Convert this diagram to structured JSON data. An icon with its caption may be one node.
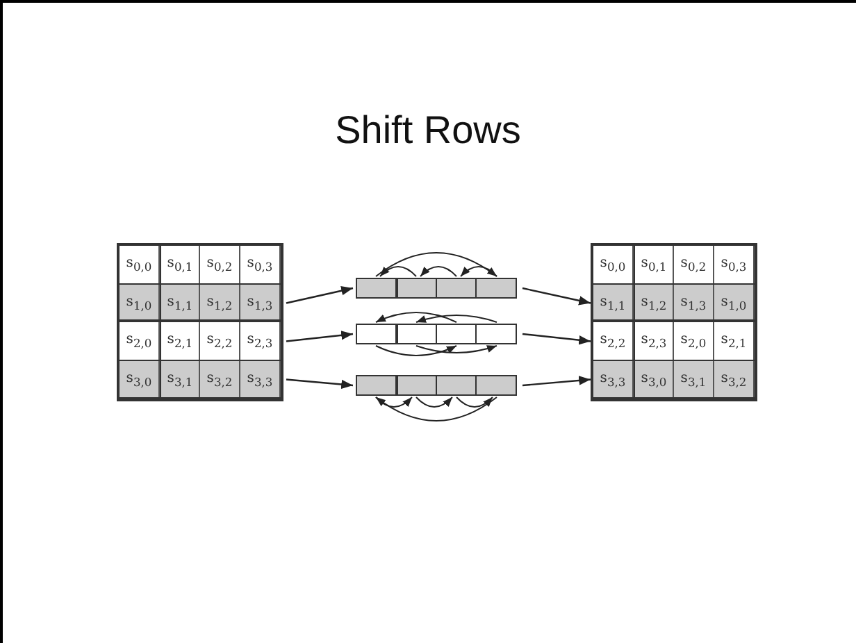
{
  "diagram": {
    "title": "Shift Rows",
    "nodes": [
      {
        "text": [],
        "shape": "box"
      },
      {
        "text": [
          "s$_{0,0}$",
          "s$_{0,1}$",
          "s$_{0,2}$",
          "s$_{0,3}$"
        ],
        "in": 0
      },
      {
        "text": [
          "s$_{1,0}$",
          "s$_{1,1}$",
          "s$_{1,2}$",
          "s$_{1,3}$"
        ],
        "in": 0
      },
      {
        "text": [
          "s$_{2,0}$",
          "s$_{2,1}$",
          "s$_{2,2}$",
          "s$_{2,3}$"
        ],
        "in": 0
      },
      {
        "text": [
          "s$_{3,0}$",
          "s$_{3,1}$",
          "s$_{3,2}$",
          "s$_{3,3}$"
        ],
        "in": 0
      },
      {
        "text": [],
        "shape": "bar"
      },
      {
        "text": [],
        "shape": "bar"
      },
      {
        "text": [],
        "shape": "bar"
      },
      {
        "text": [],
        "shape": "box"
      },
      {
        "text": [
          "s$_{0,0}$",
          "s$_{0,1}$",
          "s$_{0,2}$",
          "s$_{0,3}$"
        ],
        "in": 8
      },
      {
        "text": [
          "s$_{1,1}$",
          "s$_{1,2}$",
          "s$_{1,3}$",
          "s$_{1,0}$"
        ],
        "in": 8
      },
      {
        "text": [
          "s$_{2,2}$",
          "s$_{2,3}$",
          "s$_{2,0}$",
          "s$_{2,1}$"
        ],
        "in": 8
      },
      {
        "text": [
          "s$_{3,3}$",
          "s$_{3,0}$",
          "s$_{3,1}$",
          "s$_{3,2}$"
        ],
        "in": 8
      }
    ],
    "edges": [
      {
        "from": 2,
        "to": 5,
        "arrow": "to"
      },
      {
        "from": 3,
        "to": 6,
        "arrow": "to"
      },
      {
        "from": 4,
        "to": 7,
        "arrow": "to"
      },
      {
        "from": 5,
        "to": 10,
        "arrow": "to"
      },
      {
        "from": 6,
        "to": 11,
        "arrow": "to"
      },
      {
        "from": 7,
        "to": 12,
        "arrow": "to"
      }
    ]
  }
}
